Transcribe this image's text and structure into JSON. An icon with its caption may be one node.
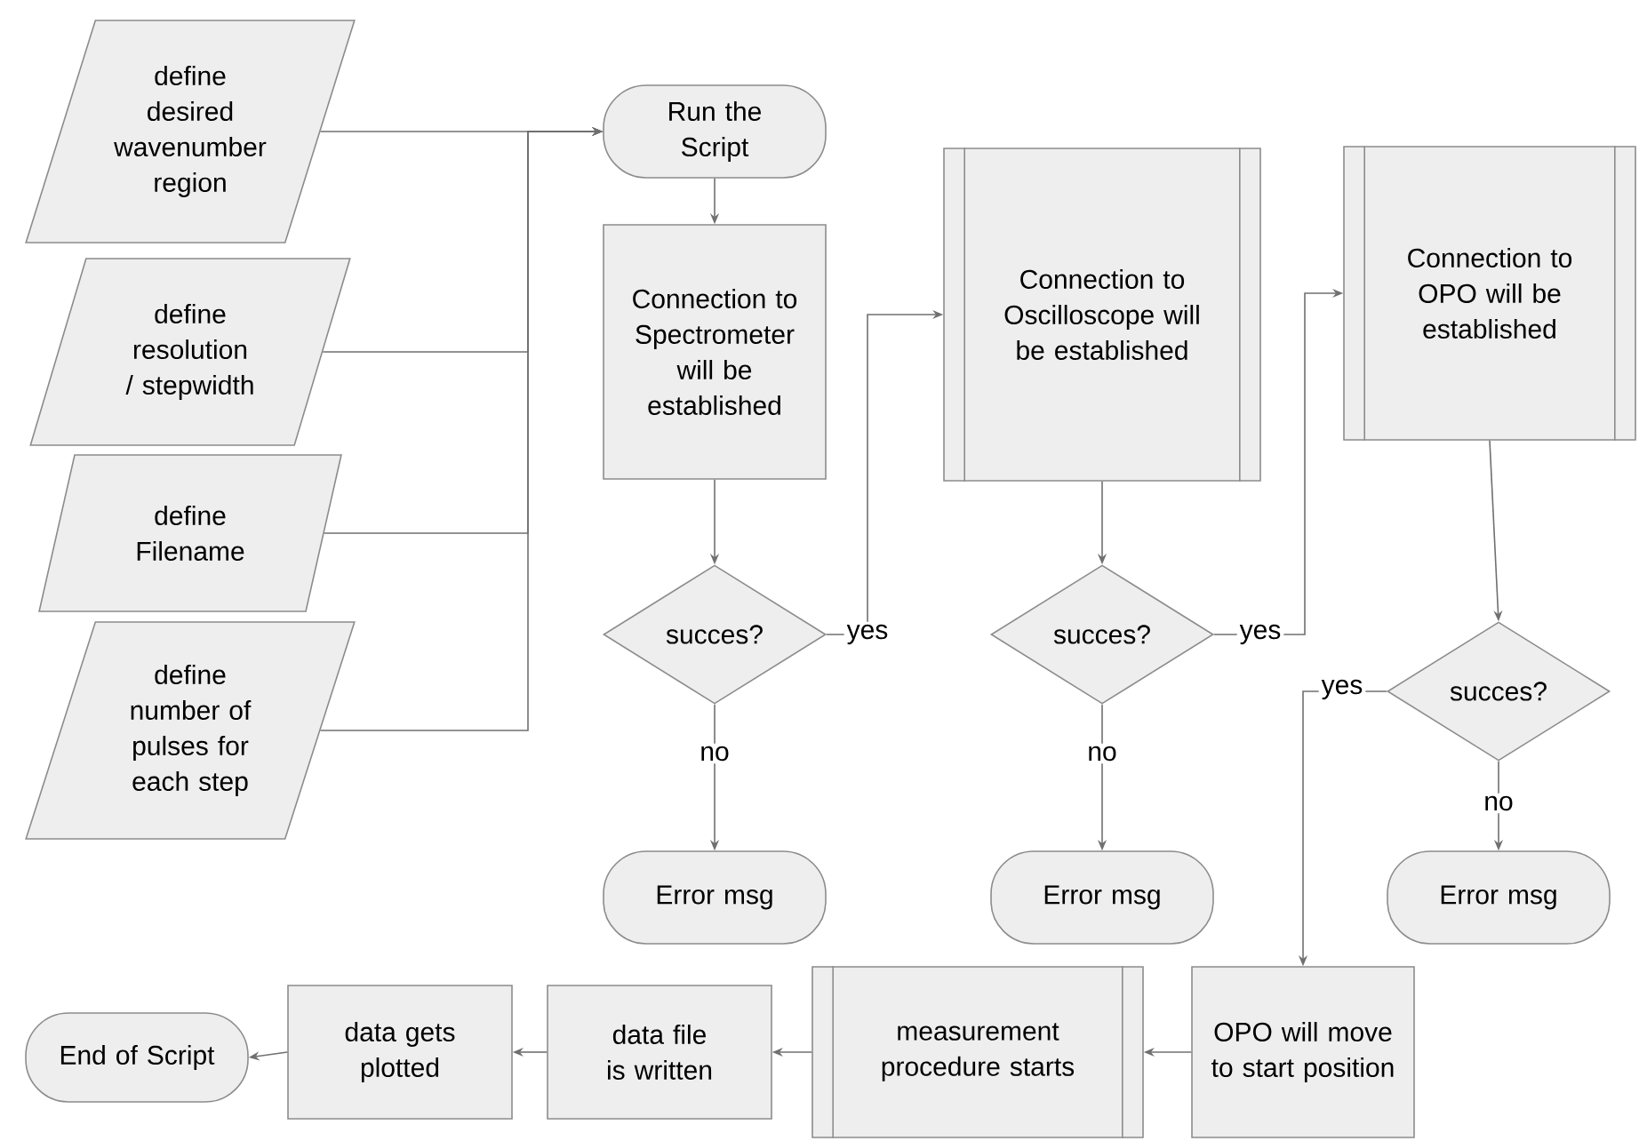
{
  "diagram": {
    "nodes": [
      {
        "text": [
          "define desired wavenumber region"
        ]
      },
      {
        "text": [
          "define resolution / stepwidth"
        ]
      },
      {
        "text": [
          "define Filename"
        ]
      },
      {
        "text": [
          "define number of pulses for each step"
        ]
      },
      {
        "text": [
          "Run the Script"
        ]
      },
      {
        "text": [
          "Connection to Spectrometer will be established"
        ]
      },
      {
        "text": [
          "succes?"
        ]
      },
      {
        "text": [
          "Error msg"
        ]
      },
      {
        "text": [
          "Connection to Oscilloscope will be established"
        ]
      },
      {
        "text": [
          "succes?"
        ]
      },
      {
        "text": [
          "Error msg"
        ]
      },
      {
        "text": [
          "Connection to OPO will be established"
        ]
      },
      {
        "text": [
          "succes?"
        ]
      },
      {
        "text": [
          "Error msg"
        ]
      },
      {
        "text": [
          "OPO will move to start position"
        ]
      },
      {
        "text": [
          "measurement procedure starts"
        ]
      },
      {
        "text": [
          "data file is written"
        ]
      },
      {
        "text": [
          "data gets plotted"
        ]
      },
      {
        "text": [
          "End of Script"
        ]
      }
    ],
    "edges": [
      {
        "from": 0,
        "to": 4,
        "arrow": "to"
      },
      {
        "from": 1,
        "to": 4,
        "arrow": "to"
      },
      {
        "from": 2,
        "to": 4,
        "arrow": "to"
      },
      {
        "from": 3,
        "to": 4,
        "arrow": "to"
      },
      {
        "from": 4,
        "to": 5,
        "arrow": "to"
      },
      {
        "from": 5,
        "to": 6,
        "arrow": "to"
      },
      {
        "from": 6,
        "to": 7,
        "arrow": "to",
        "label": "no"
      },
      {
        "from": 6,
        "to": 8,
        "arrow": "to",
        "label": "yes"
      },
      {
        "from": 8,
        "to": 9,
        "arrow": "to"
      },
      {
        "from": 9,
        "to": 10,
        "arrow": "to",
        "label": "no"
      },
      {
        "from": 9,
        "to": 11,
        "arrow": "to",
        "label": "yes"
      },
      {
        "from": 11,
        "to": 12,
        "arrow": "to"
      },
      {
        "from": 12,
        "to": 13,
        "arrow": "to",
        "label": "no"
      },
      {
        "from": 12,
        "to": 14,
        "arrow": "to",
        "label": "yes"
      },
      {
        "from": 14,
        "to": 15,
        "arrow": "to"
      },
      {
        "from": 15,
        "to": 16,
        "arrow": "to"
      },
      {
        "from": 16,
        "to": 17,
        "arrow": "to"
      },
      {
        "from": 17,
        "to": 18,
        "arrow": "to"
      }
    ]
  }
}
